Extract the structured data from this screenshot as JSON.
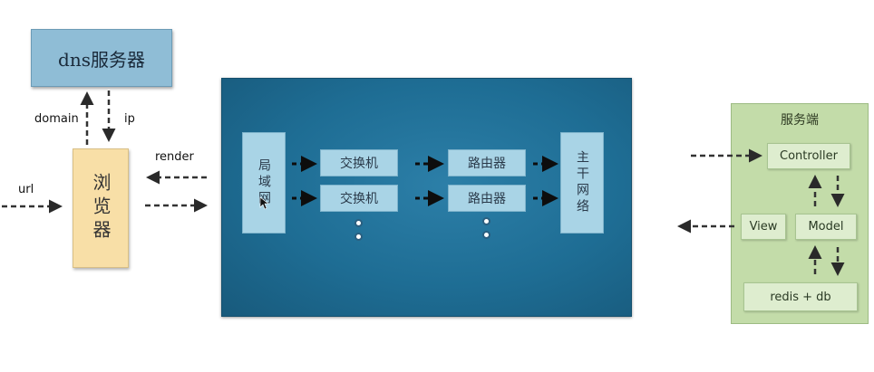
{
  "dns": {
    "label": "dns服务器"
  },
  "browser": {
    "label": "浏览器"
  },
  "edges": {
    "domain": "domain",
    "ip": "ip",
    "url": "url",
    "render": "render"
  },
  "network": {
    "lan": "局域网",
    "switches": [
      "交换机",
      "交换机"
    ],
    "routers": [
      "路由器",
      "路由器"
    ],
    "backbone": "主干网络"
  },
  "server": {
    "title": "服务端",
    "controller": "Controller",
    "view": "View",
    "model": "Model",
    "storage": "redis + db"
  }
}
